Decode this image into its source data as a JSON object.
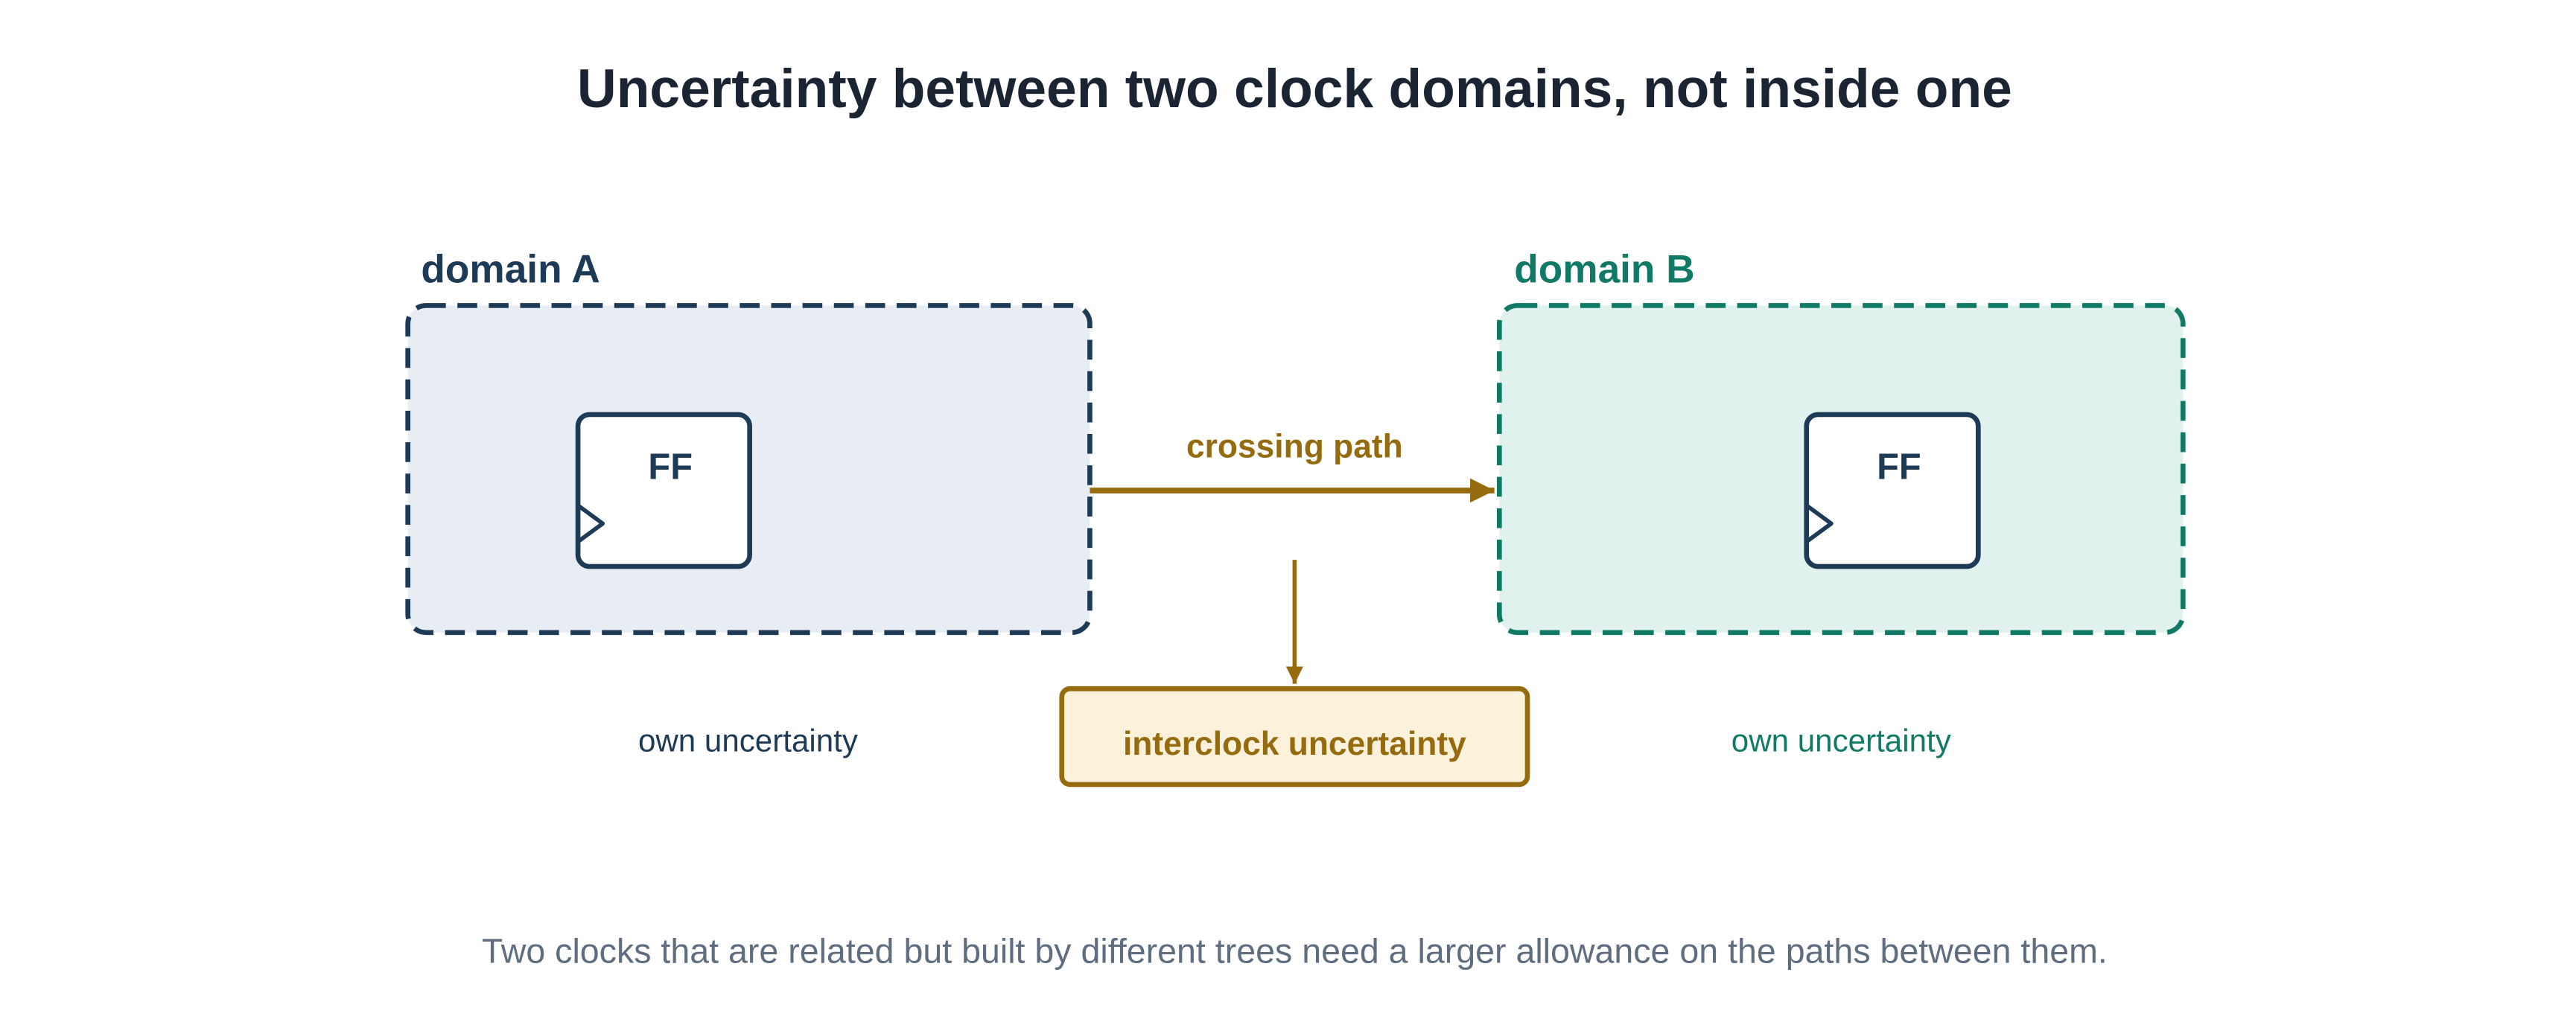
{
  "title": "Uncertainty between two clock domains, not inside one",
  "domain_a": {
    "label": "domain A",
    "flipflop_label": "FF",
    "uncertainty_label": "own uncertainty"
  },
  "domain_b": {
    "label": "domain B",
    "flipflop_label": "FF",
    "uncertainty_label": "own uncertainty"
  },
  "crossing_path_label": "crossing path",
  "interclock_uncertainty_label": "interclock uncertainty",
  "caption": "Two clocks that are related but built by different trees need a larger allowance on the paths between them.",
  "colors": {
    "title": "#1a2433",
    "domain_a_stroke": "#1d3a57",
    "domain_a_fill": "#e8edf4",
    "domain_b_stroke": "#117a66",
    "domain_b_fill": "#e1f1ed",
    "crossing": "#966b0e",
    "interclock_fill": "#fcf2dc",
    "caption": "#5e6d80"
  },
  "icons": {
    "flipflop": "flipflop-icon",
    "clock_input": "clock-input-triangle-icon"
  }
}
